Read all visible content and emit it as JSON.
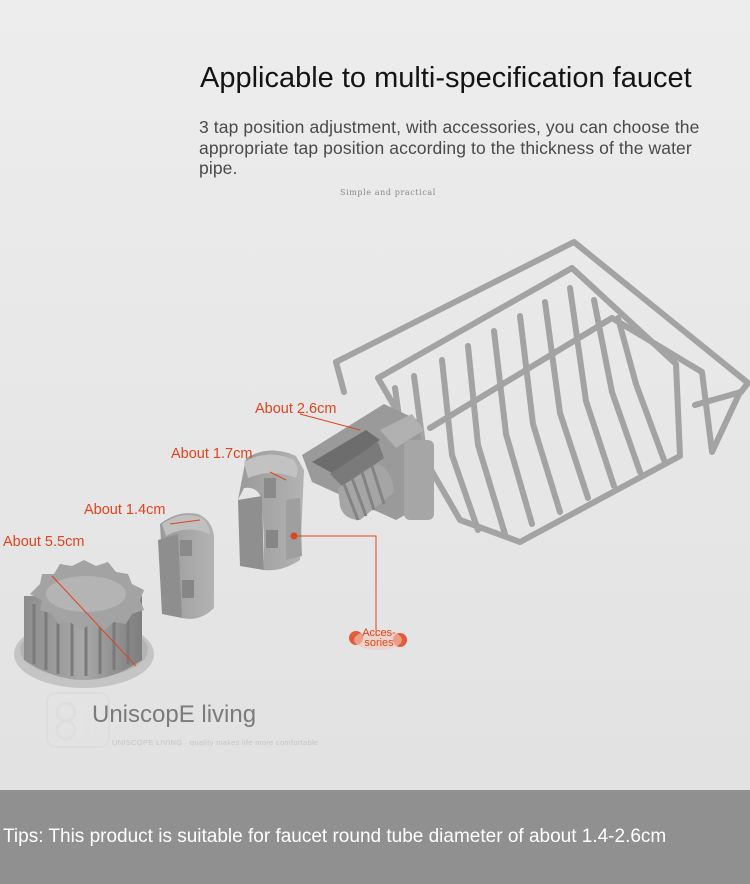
{
  "header": {
    "title": "Applicable to multi-specification faucet",
    "description": "3 tap position adjustment, with accessories, you can choose the appropriate tap position according to the thickness of the water pipe.",
    "slogan": "Simple and practical"
  },
  "dimensions": {
    "large_clip": "About 2.6cm",
    "medium_clip": "About 1.7cm",
    "small_clip": "About 1.4cm",
    "knob": "About 5.5cm"
  },
  "callout": {
    "line1": "Acces-",
    "line2": "sories"
  },
  "brand": {
    "name": "UniscopE living",
    "tagline": "UNISCOPE LIVING · quality makes life more comfortable"
  },
  "footer": {
    "tips": "Tips: This product is suitable for faucet round tube diameter of about 1.4-2.6cm"
  },
  "colors": {
    "accent": "#e0441d",
    "product_gray": "#a2a2a2",
    "tips_bar": "#909090"
  }
}
